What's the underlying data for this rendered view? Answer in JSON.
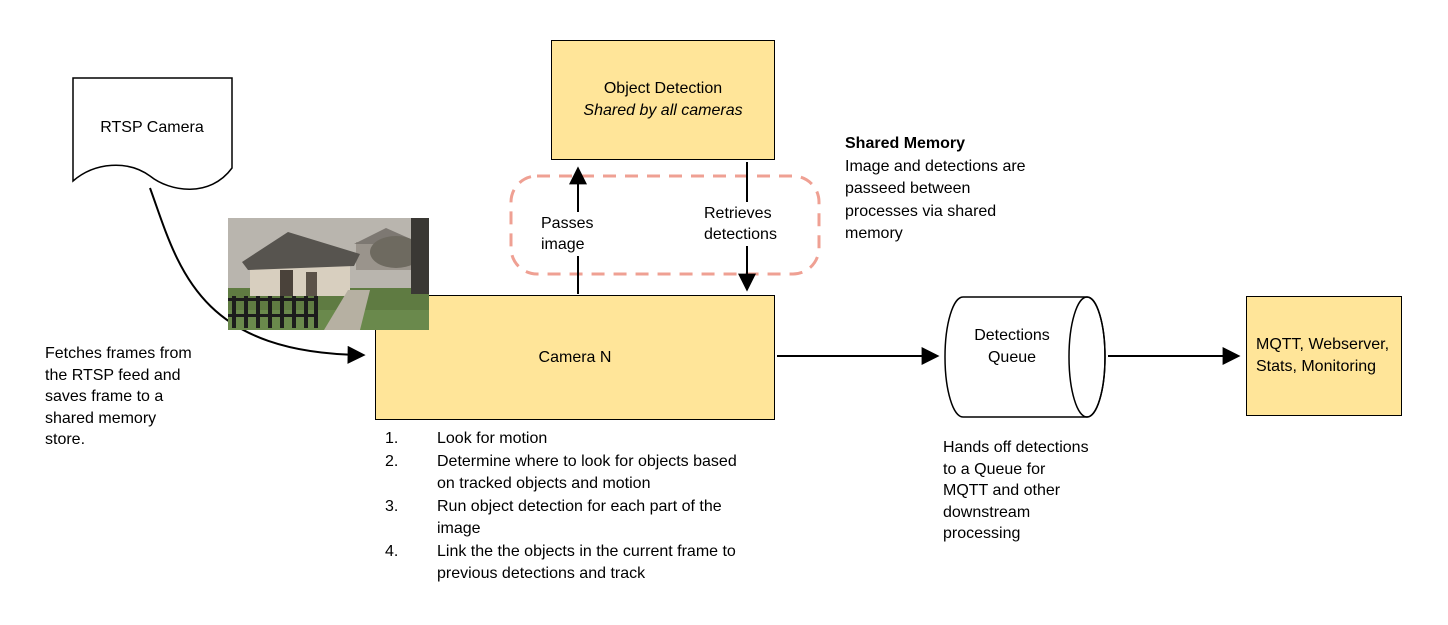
{
  "diagram_title": "Camera processing pipeline diagram",
  "colors": {
    "node_fill": "#FFE599",
    "node_border": "#000000",
    "shared_memory_dash": "#EFA093",
    "arrow": "#000000",
    "background": "#FFFFFF"
  },
  "nodes": {
    "rtsp_camera": {
      "label": "RTSP Camera"
    },
    "object_detection": {
      "title": "Object Detection",
      "subtitle": "Shared by all cameras"
    },
    "camera_n": {
      "label": "Camera N"
    },
    "detections_queue": {
      "label": "Detections Queue"
    },
    "outputs": {
      "label": "MQTT, Webserver, Stats, Monitoring"
    }
  },
  "edges": {
    "passes_image": "Passes image",
    "retrieves_detections": "Retrieves detections"
  },
  "annotations": {
    "shared_memory_title": "Shared Memory",
    "shared_memory_body": "Image and detections are passeed between processes via shared memory",
    "fetch_note": "Fetches frames from the RTSP feed and saves frame to a shared memory store.",
    "queue_note": "Hands off detections to a Queue for MQTT and other downstream processing",
    "camera_steps": [
      "Look for motion",
      "Determine where to look for objects based on tracked objects and motion",
      "Run object detection for each part of the image",
      "Link the the objects in the current frame to previous detections and track"
    ]
  }
}
